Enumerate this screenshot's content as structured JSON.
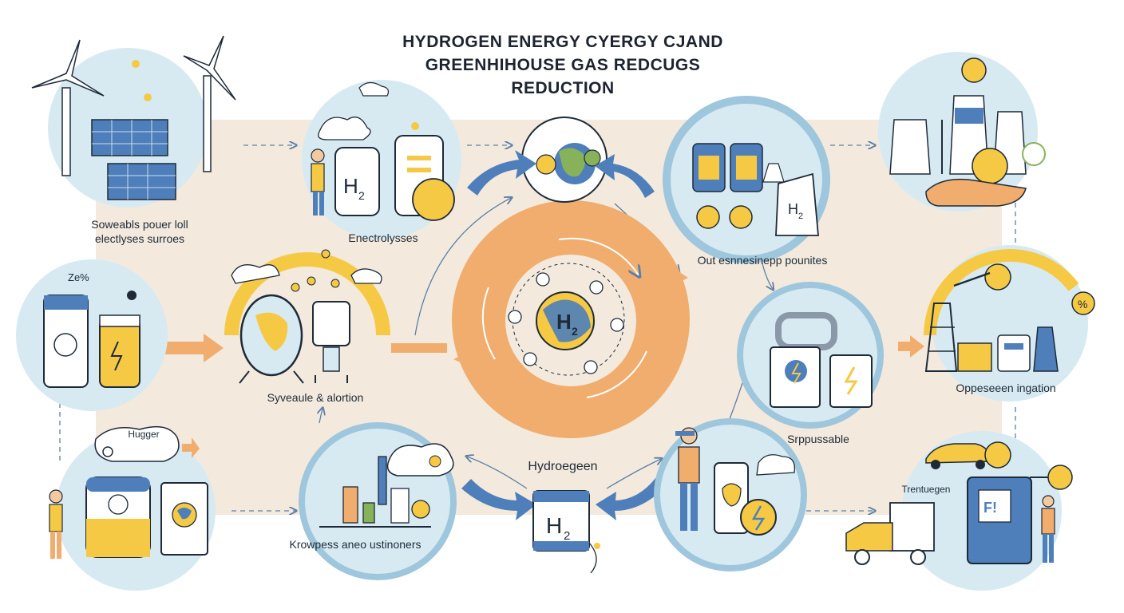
{
  "title": {
    "line1": "HYDROGEN ENERGY CYERGY CJAND",
    "line2": "GREENHIHOUSE GAS REDCUGS",
    "line3": "REDUCTION"
  },
  "nodes": {
    "renewables": {
      "line1": "Soweabls  pouer loll",
      "line2": "electlyses surroes"
    },
    "electrolysis": {
      "label": "Enectrolysses",
      "tank_symbol": "H",
      "tank_sub": "2"
    },
    "sources": {
      "label": "Out esnnesinepp pounites",
      "tank_symbol": "H",
      "tank_sub": "2"
    },
    "storage": {
      "label": "Syveaule & alortion",
      "note": "Ze%"
    },
    "hub": {
      "symbol": "H",
      "sub": "2"
    },
    "supply": {
      "label": "Srppussable"
    },
    "industry": {
      "label": "Oppeseeen ingation",
      "badge": "%"
    },
    "hydrogen": {
      "label": "Hydroegeen",
      "symbol": "H",
      "sub": "2"
    },
    "knowledge": {
      "label": "Krowpess aneo ustinoners"
    },
    "hugger": {
      "label": "Hugger"
    },
    "transport": {
      "label": "Trentuegen",
      "fuel_text": "F!"
    }
  },
  "colors": {
    "orange": "#f0ad6e",
    "yellow": "#f6c945",
    "blue": "#4e7fba",
    "pale_blue": "#d7eaf2",
    "beige": "#f3eadd",
    "ink": "#1e2a38"
  }
}
